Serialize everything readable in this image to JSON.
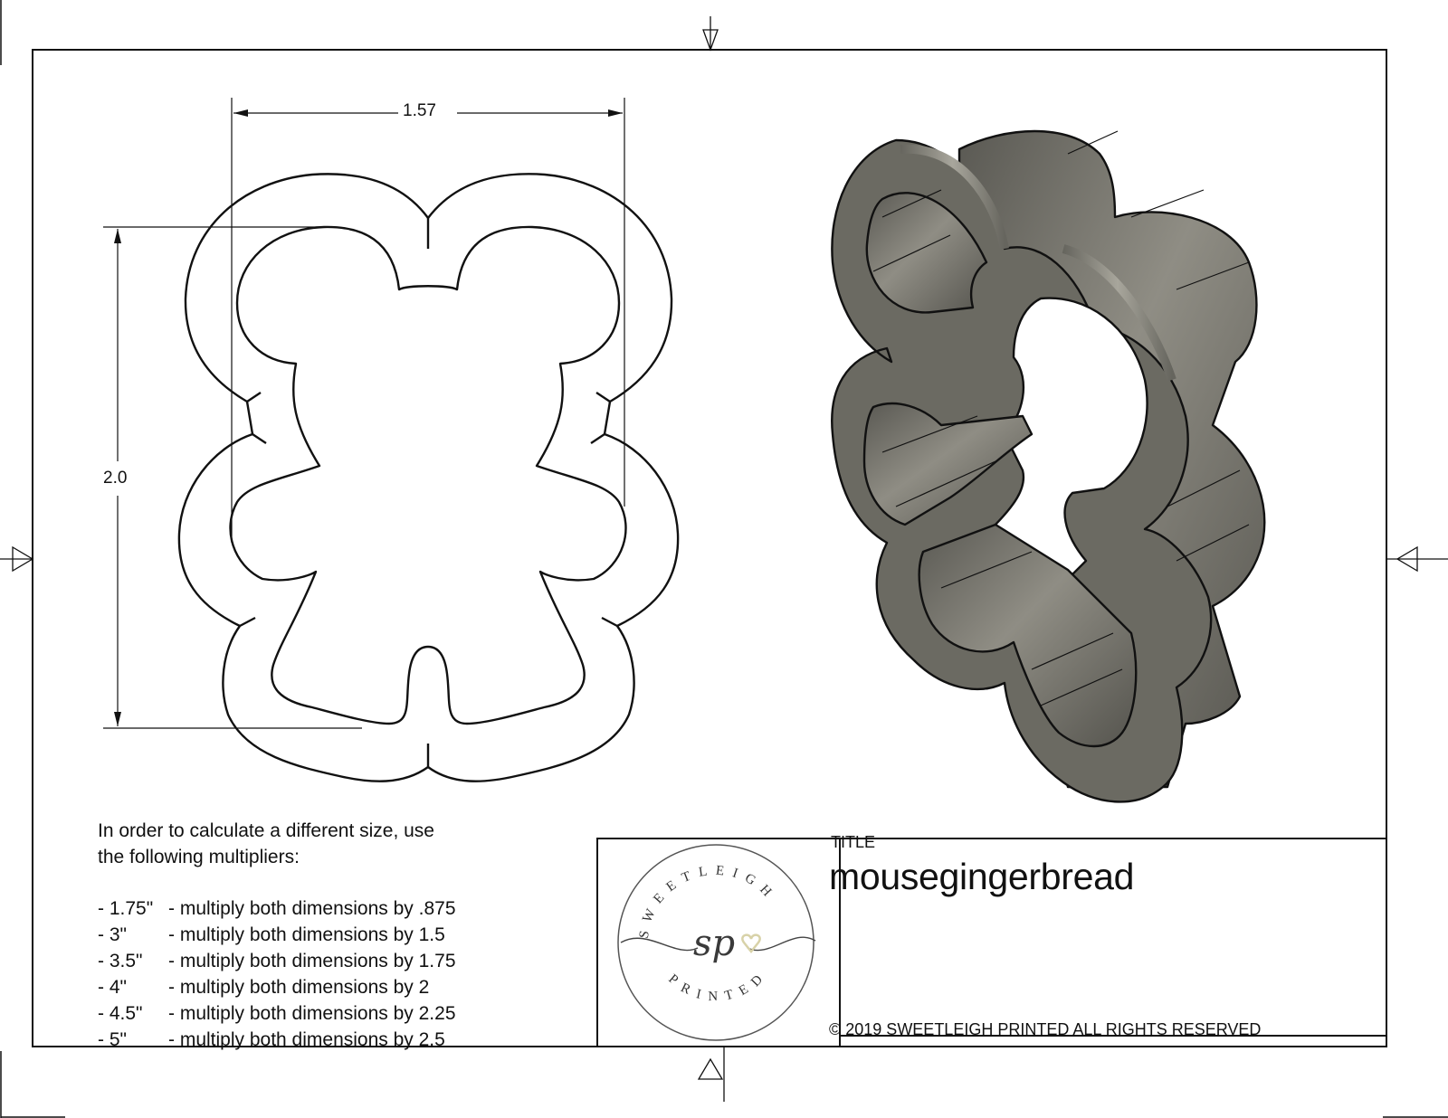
{
  "drawing": {
    "dimensions": {
      "width": {
        "value": "1.57",
        "unit": "in"
      },
      "height": {
        "value": "2.0",
        "unit": "in"
      }
    },
    "views": [
      {
        "name": "top-view",
        "type": "2D outline",
        "shape": "mouse gingerbread cookie cutter"
      },
      {
        "name": "isometric-view",
        "type": "3D shaded render"
      }
    ]
  },
  "notes": {
    "intro_line1": "In order to calculate a different size, use",
    "intro_line2": "the following multipliers:",
    "multipliers": [
      {
        "size": "- 1.75\"",
        "text": "- multiply both dimensions by .875"
      },
      {
        "size": "- 3\"",
        "text": "- multiply both dimensions by 1.5"
      },
      {
        "size": "- 3.5\"",
        "text": "- multiply both dimensions by 1.75"
      },
      {
        "size": "- 4\"",
        "text": "- multiply both dimensions by 2"
      },
      {
        "size": "- 4.5\"",
        "text": "- multiply both dimensions by 2.25"
      },
      {
        "size": "- 5\"",
        "text": "- multiply both dimensions by 2.5"
      }
    ]
  },
  "title_block": {
    "logo": {
      "top_text": "SWEETLEIGH",
      "monogram": "sp",
      "bottom_text": "PRINTED",
      "heart_color": "#d8d2a8"
    },
    "label": "TITLE",
    "title": "mousegingerbread",
    "copyright": "© 2019  SWEETLEIGH PRINTED  ALL RIGHTS RESERVED"
  },
  "colors": {
    "line": "#111111",
    "model_body": "#6b6a62",
    "model_dark": "#4a4944",
    "model_light": "#9a988e",
    "logo_gray": "#555555"
  }
}
